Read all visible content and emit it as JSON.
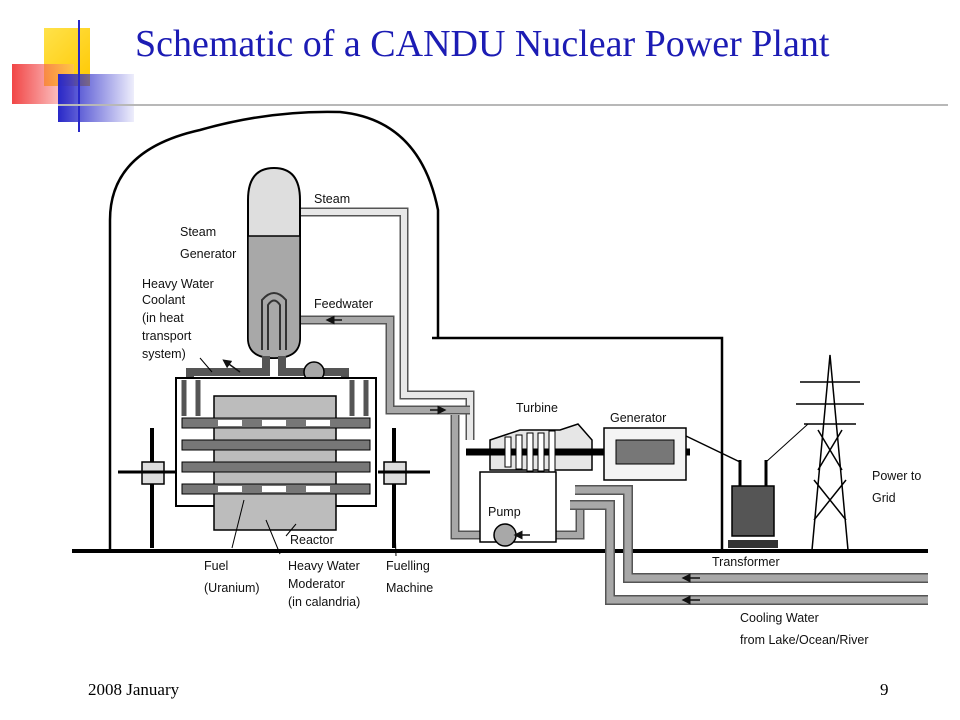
{
  "slide": {
    "title": "Schematic of a CANDU Nuclear Power Plant",
    "footer_left": "2008 January",
    "page_number": "9"
  },
  "diagram": {
    "labels": {
      "steam_top": "Steam",
      "steam_generator_1": "Steam",
      "steam_generator_2": "Generator",
      "coolant_1": "Heavy Water",
      "coolant_2": "Coolant",
      "coolant_3": "(in heat",
      "coolant_4": "transport",
      "coolant_5": "system)",
      "feedwater": "Feedwater",
      "turbine": "Turbine",
      "generator": "Generator",
      "power_1": "Power to",
      "power_2": "Grid",
      "pump": "Pump",
      "reactor": "Reactor",
      "fuel_1": "Fuel",
      "fuel_2": "(Uranium)",
      "moderator_1": "Heavy Water",
      "moderator_2": "Moderator",
      "moderator_3": "(in calandria)",
      "fuelling_1": "Fuelling",
      "fuelling_2": "Machine",
      "transformer": "Transformer",
      "cooling_1": "Cooling Water",
      "cooling_2": "from Lake/Ocean/River"
    }
  },
  "colors": {
    "title": "#1c1cb4",
    "deco_yellow": "#ffd21e",
    "deco_red": "#f03c3c",
    "deco_blue": "#2828c8",
    "pipe_gray": "#9a9a9a",
    "steam_light": "#dcdcdc"
  }
}
